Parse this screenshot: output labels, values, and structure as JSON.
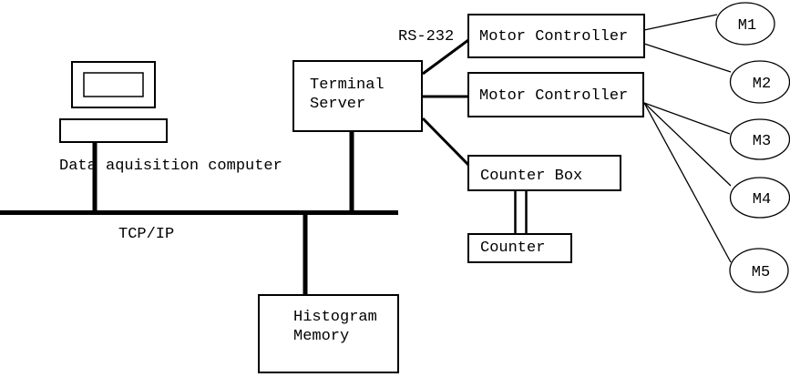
{
  "computer": {
    "caption": "Data aquisition computer"
  },
  "bus": {
    "label": "TCP/IP"
  },
  "serial": {
    "label": "RS-232"
  },
  "nodes": {
    "terminal_server": {
      "line1": "Terminal",
      "line2": "Server"
    },
    "motor_controller_top": {
      "label": "Motor Controller"
    },
    "motor_controller_bottom": {
      "label": "Motor Controller"
    },
    "counter_box": {
      "label": "Counter Box"
    },
    "counter": {
      "label": "Counter"
    },
    "histogram_memory": {
      "line1": "Histogram",
      "line2": "Memory"
    }
  },
  "motors": [
    {
      "label": "M1"
    },
    {
      "label": "M2"
    },
    {
      "label": "M3"
    },
    {
      "label": "M4"
    },
    {
      "label": "M5"
    }
  ],
  "colors": {
    "ink": "#000000",
    "background": "#ffffff"
  }
}
